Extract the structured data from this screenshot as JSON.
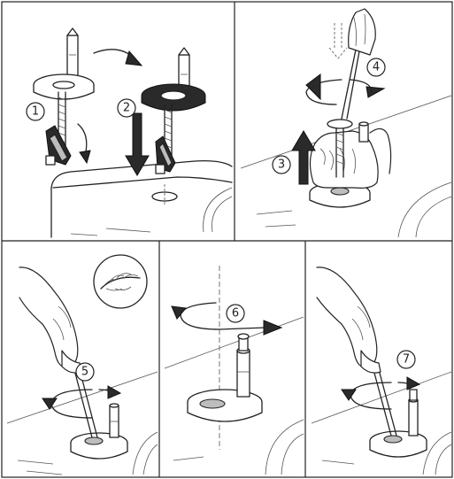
{
  "steps": [
    {
      "label": "1"
    },
    {
      "label": "2"
    },
    {
      "label": "3"
    },
    {
      "label": "4"
    },
    {
      "label": "5"
    },
    {
      "label": "6"
    },
    {
      "label": "7"
    }
  ],
  "icons": {
    "feather": "feather-icon",
    "rotate_arrow": "rotate-arrow-icon",
    "straight_arrow": "straight-arrow-icon"
  },
  "colors": {
    "line": "#222222",
    "background": "#ffffff",
    "arrow": "#2a2a2a"
  }
}
